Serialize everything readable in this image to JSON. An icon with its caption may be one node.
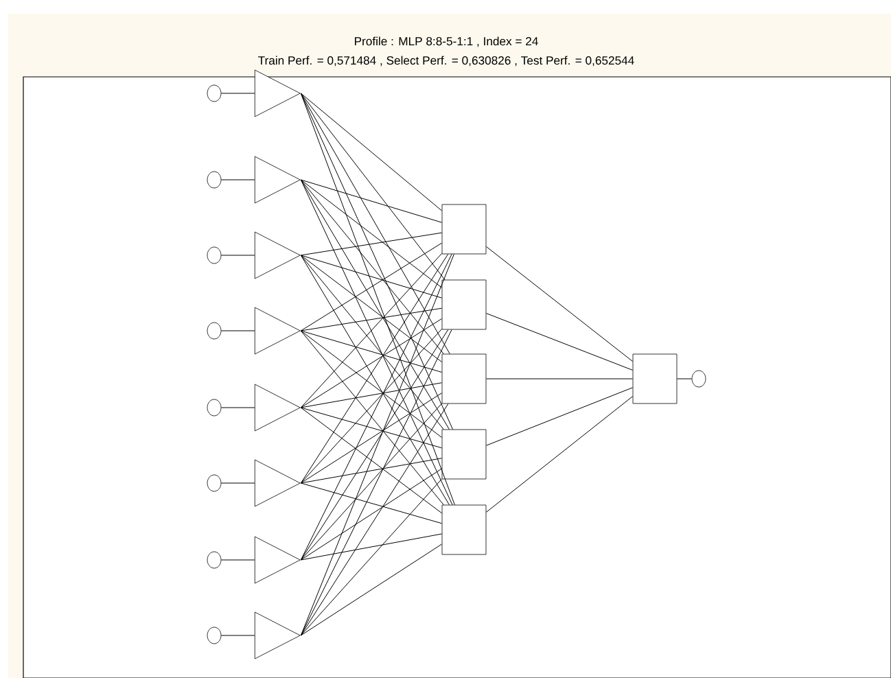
{
  "diagram": {
    "title": "Profile : MLP 8:8-5-1:1 ,  Index = 24",
    "nodes": [
      {
        "text": [],
        "shape": "circle"
      },
      {
        "text": [],
        "shape": "circle"
      },
      {
        "text": [],
        "shape": "circle"
      },
      {
        "text": [],
        "shape": "circle"
      },
      {
        "text": [],
        "shape": "circle"
      },
      {
        "text": [],
        "shape": "circle"
      },
      {
        "text": [],
        "shape": "circle"
      },
      {
        "text": [],
        "shape": "circle"
      },
      {
        "text": [],
        "shape": "triangle"
      },
      {
        "text": [],
        "shape": "triangle"
      },
      {
        "text": [],
        "shape": "triangle"
      },
      {
        "text": [],
        "shape": "triangle"
      },
      {
        "text": [],
        "shape": "triangle"
      },
      {
        "text": [],
        "shape": "triangle"
      },
      {
        "text": [],
        "shape": "triangle"
      },
      {
        "text": [],
        "shape": "triangle"
      },
      {
        "text": [],
        "shape": "box"
      },
      {
        "text": [],
        "shape": "box"
      },
      {
        "text": [],
        "shape": "box"
      },
      {
        "text": [],
        "shape": "box"
      },
      {
        "text": [],
        "shape": "box"
      },
      {
        "text": [],
        "shape": "box"
      },
      {
        "text": [],
        "shape": "circle"
      }
    ],
    "edges": [
      {
        "from": 0,
        "to": 8,
        "arrow": "none"
      },
      {
        "from": 1,
        "to": 9,
        "arrow": "none"
      },
      {
        "from": 2,
        "to": 10,
        "arrow": "none"
      },
      {
        "from": 3,
        "to": 11,
        "arrow": "none"
      },
      {
        "from": 4,
        "to": 12,
        "arrow": "none"
      },
      {
        "from": 5,
        "to": 13,
        "arrow": "none"
      },
      {
        "from": 6,
        "to": 14,
        "arrow": "none"
      },
      {
        "from": 7,
        "to": 15,
        "arrow": "none"
      },
      {
        "from": 8,
        "to": 16,
        "arrow": "none"
      },
      {
        "from": 8,
        "to": 17,
        "arrow": "none"
      },
      {
        "from": 8,
        "to": 18,
        "arrow": "none"
      },
      {
        "from": 8,
        "to": 19,
        "arrow": "none"
      },
      {
        "from": 8,
        "to": 20,
        "arrow": "none"
      },
      {
        "from": 9,
        "to": 16,
        "arrow": "none"
      },
      {
        "from": 9,
        "to": 17,
        "arrow": "none"
      },
      {
        "from": 9,
        "to": 18,
        "arrow": "none"
      },
      {
        "from": 9,
        "to": 19,
        "arrow": "none"
      },
      {
        "from": 9,
        "to": 20,
        "arrow": "none"
      },
      {
        "from": 10,
        "to": 16,
        "arrow": "none"
      },
      {
        "from": 10,
        "to": 17,
        "arrow": "none"
      },
      {
        "from": 10,
        "to": 18,
        "arrow": "none"
      },
      {
        "from": 10,
        "to": 19,
        "arrow": "none"
      },
      {
        "from": 10,
        "to": 20,
        "arrow": "none"
      },
      {
        "from": 11,
        "to": 16,
        "arrow": "none"
      },
      {
        "from": 11,
        "to": 17,
        "arrow": "none"
      },
      {
        "from": 11,
        "to": 18,
        "arrow": "none"
      },
      {
        "from": 11,
        "to": 19,
        "arrow": "none"
      },
      {
        "from": 11,
        "to": 20,
        "arrow": "none"
      },
      {
        "from": 12,
        "to": 16,
        "arrow": "none"
      },
      {
        "from": 12,
        "to": 17,
        "arrow": "none"
      },
      {
        "from": 12,
        "to": 18,
        "arrow": "none"
      },
      {
        "from": 12,
        "to": 19,
        "arrow": "none"
      },
      {
        "from": 12,
        "to": 20,
        "arrow": "none"
      },
      {
        "from": 13,
        "to": 16,
        "arrow": "none"
      },
      {
        "from": 13,
        "to": 17,
        "arrow": "none"
      },
      {
        "from": 13,
        "to": 18,
        "arrow": "none"
      },
      {
        "from": 13,
        "to": 19,
        "arrow": "none"
      },
      {
        "from": 13,
        "to": 20,
        "arrow": "none"
      },
      {
        "from": 14,
        "to": 16,
        "arrow": "none"
      },
      {
        "from": 14,
        "to": 17,
        "arrow": "none"
      },
      {
        "from": 14,
        "to": 18,
        "arrow": "none"
      },
      {
        "from": 14,
        "to": 19,
        "arrow": "none"
      },
      {
        "from": 14,
        "to": 20,
        "arrow": "none"
      },
      {
        "from": 15,
        "to": 16,
        "arrow": "none"
      },
      {
        "from": 15,
        "to": 17,
        "arrow": "none"
      },
      {
        "from": 15,
        "to": 18,
        "arrow": "none"
      },
      {
        "from": 15,
        "to": 19,
        "arrow": "none"
      },
      {
        "from": 15,
        "to": 20,
        "arrow": "none"
      },
      {
        "from": 16,
        "to": 21,
        "arrow": "none"
      },
      {
        "from": 17,
        "to": 21,
        "arrow": "none"
      },
      {
        "from": 18,
        "to": 21,
        "arrow": "none"
      },
      {
        "from": 19,
        "to": 21,
        "arrow": "none"
      },
      {
        "from": 20,
        "to": 21,
        "arrow": "none"
      },
      {
        "from": 21,
        "to": 22,
        "arrow": "none"
      }
    ],
    "labels": [
      "Train Perf. = 0,571484 ,  Select Perf. = 0,630826 ,  Test Perf. = 0,652544"
    ]
  }
}
